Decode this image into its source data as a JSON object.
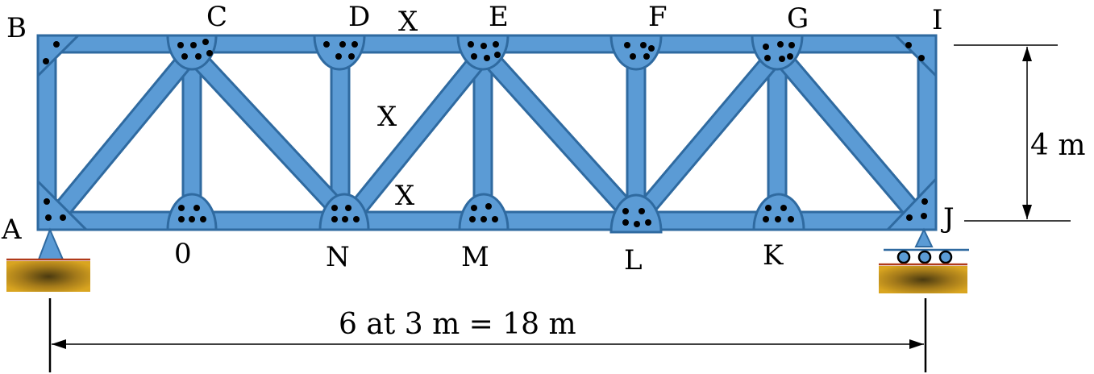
{
  "nodes": {
    "A": "A",
    "B": "B",
    "C": "C",
    "D": "D",
    "E": "E",
    "F": "F",
    "G": "G",
    "I": "I",
    "J": "J",
    "K": "K",
    "L": "L",
    "M": "M",
    "N": "N",
    "O": "0"
  },
  "cut_marks": [
    "X",
    "X",
    "X"
  ],
  "dimensions": {
    "height": "4 m",
    "span": "6 at 3 m = 18 m"
  },
  "colors": {
    "member_fill": "#5b9bd5",
    "member_stroke": "#2f6aa0",
    "bolt": "#000000",
    "ground": "#c8961e"
  }
}
